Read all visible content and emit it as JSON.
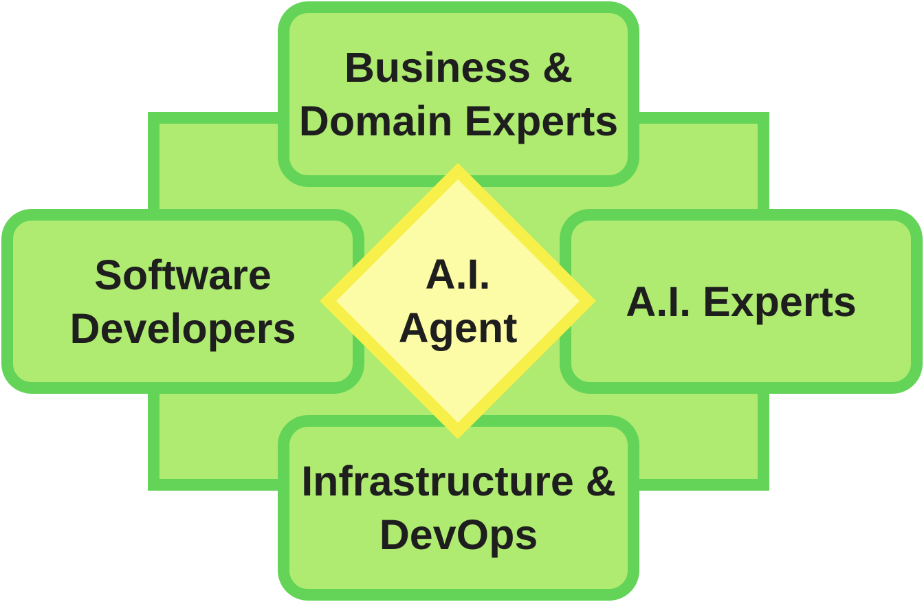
{
  "diagram": {
    "center_label": "A.I.\nAgent",
    "nodes": {
      "top": "Business &\nDomain Experts",
      "left": "Software\nDevelopers",
      "right": "A.I. Experts",
      "bottom": "Infrastructure &\nDevOps"
    },
    "colors": {
      "node_fill": "#aeeb70",
      "node_border": "#63d458",
      "diamond_fill": "#fdfca6",
      "diamond_border": "#f7ef4a",
      "text": "#1e1e1e"
    }
  }
}
